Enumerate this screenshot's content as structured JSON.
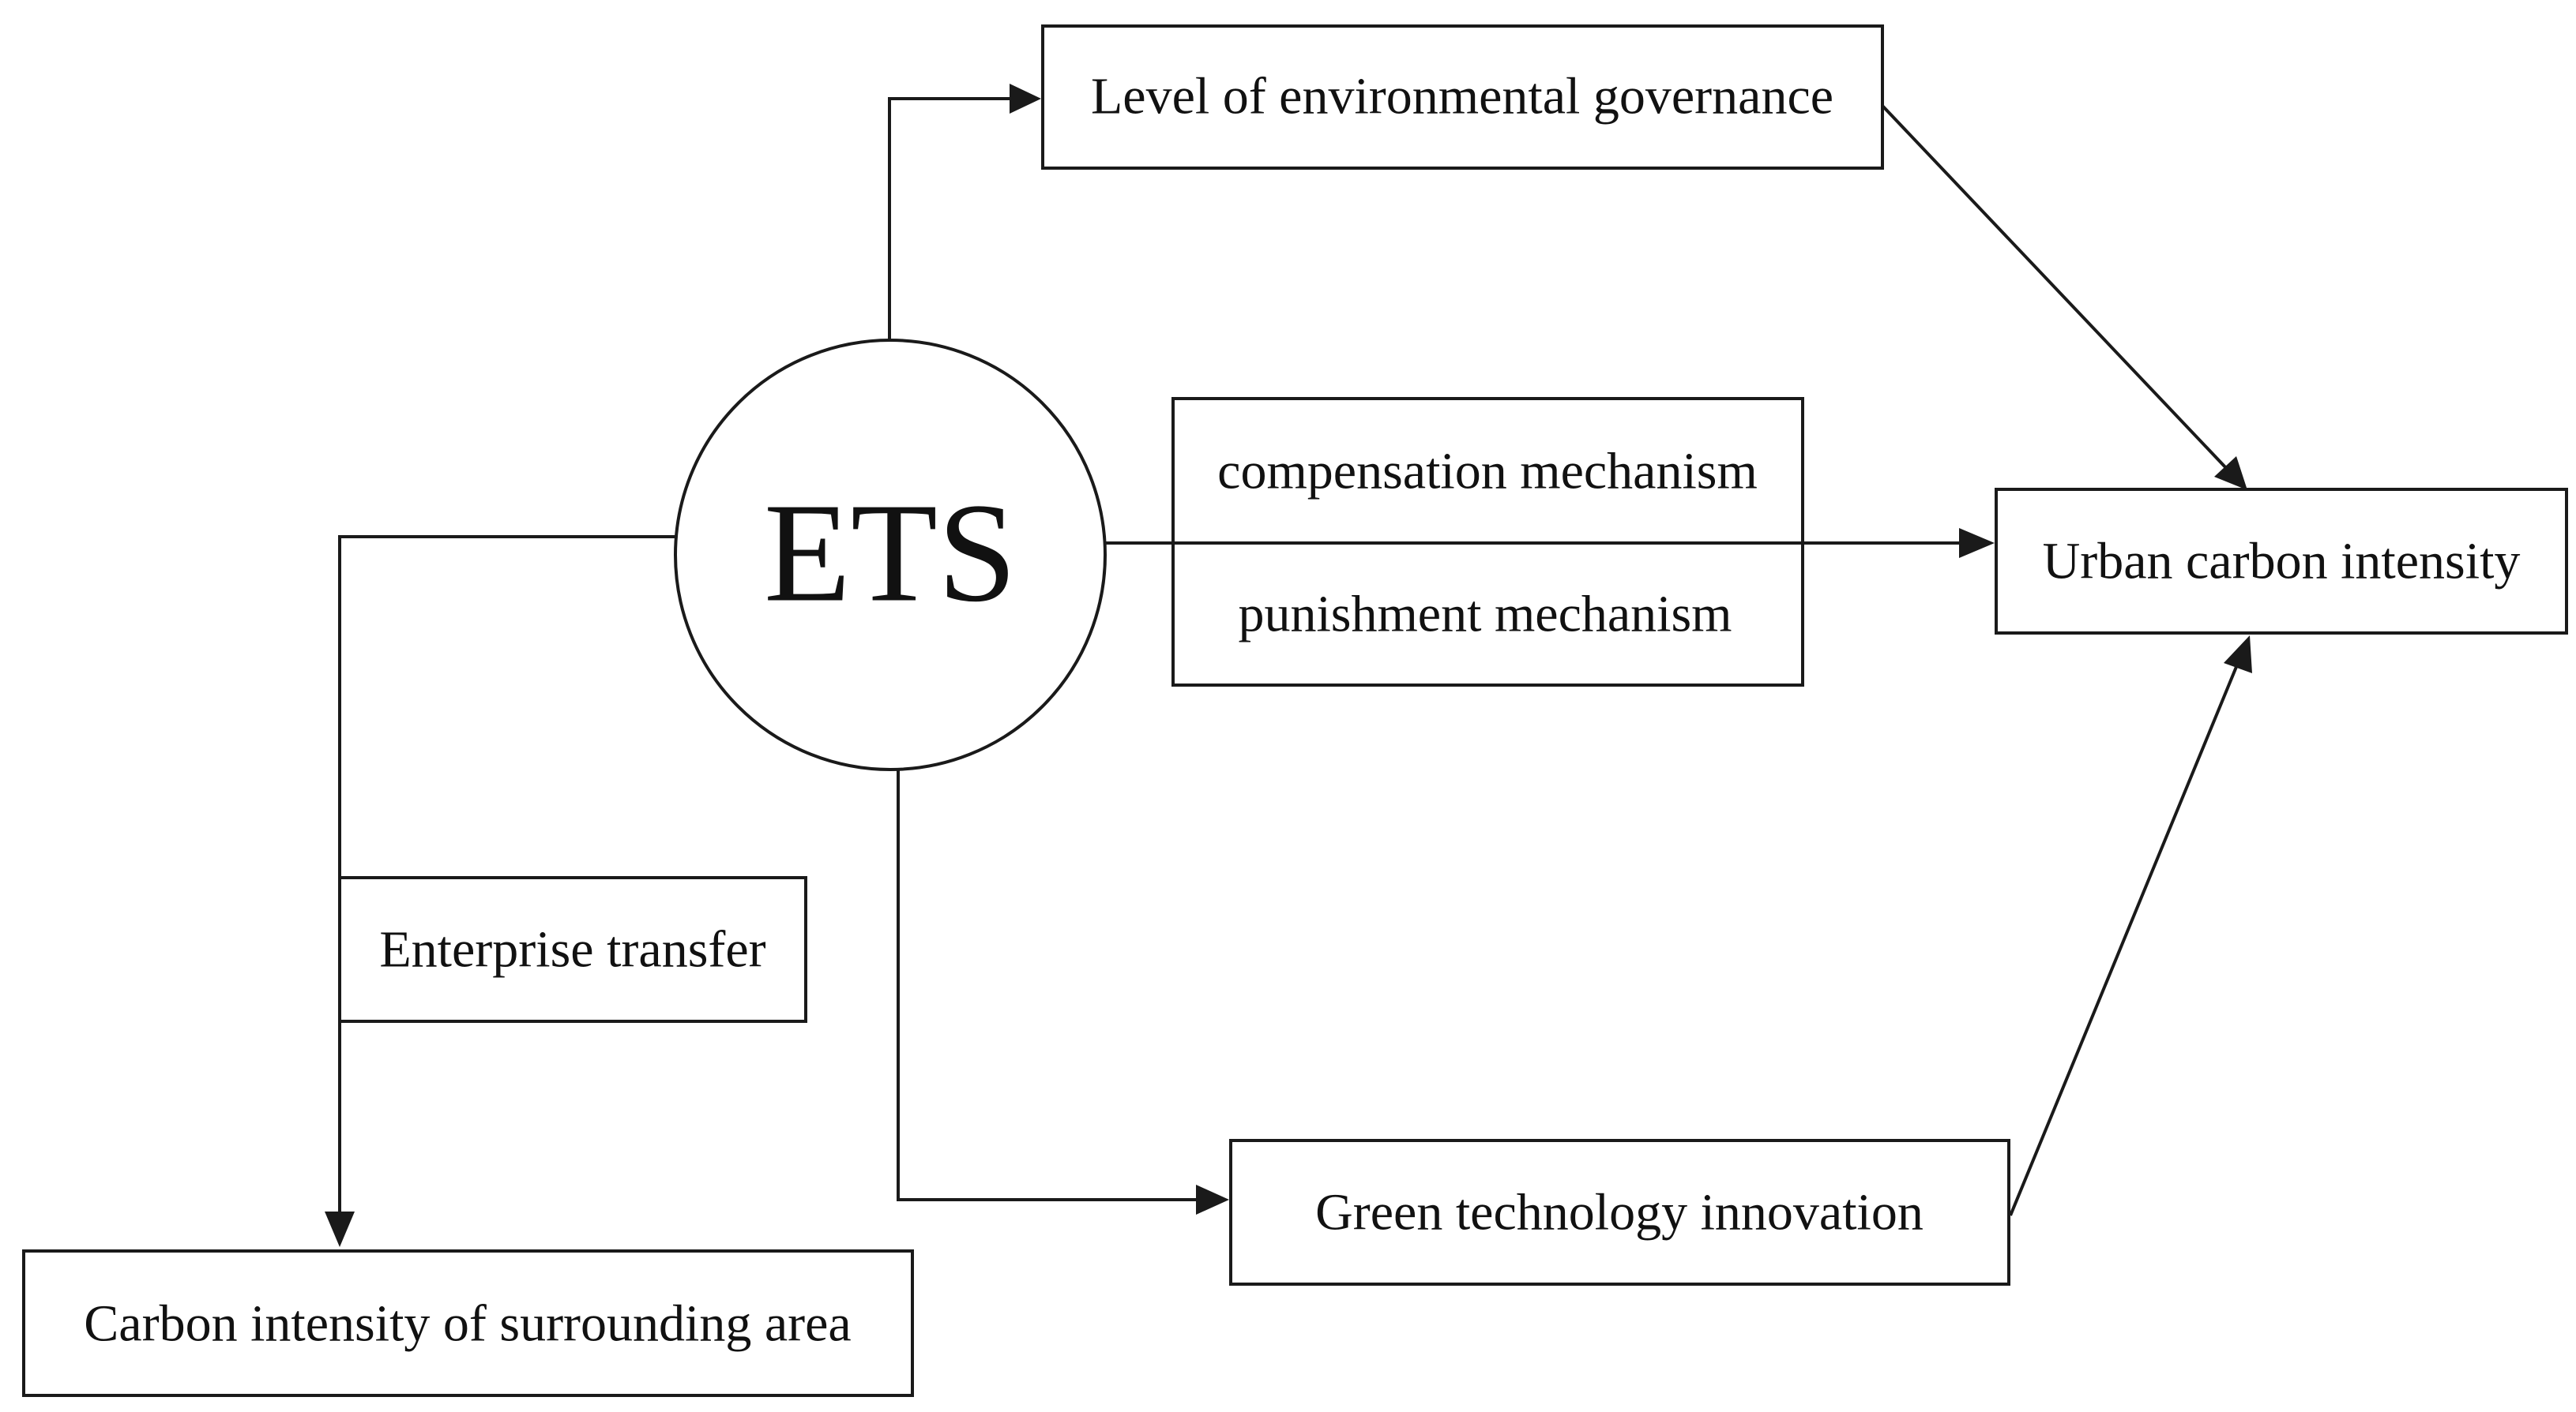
{
  "diagram": {
    "center_node": {
      "label": "ETS"
    },
    "nodes": {
      "governance": {
        "label": "Level of environmental governance"
      },
      "compensation": {
        "label": "compensation mechanism"
      },
      "punishment": {
        "label": "punishment mechanism"
      },
      "urban": {
        "label": "Urban carbon intensity"
      },
      "enterprise": {
        "label": "Enterprise transfer"
      },
      "green": {
        "label": "Green technology innovation"
      },
      "surrounding": {
        "label": "Carbon intensity of surrounding area"
      }
    },
    "edges": [
      {
        "from": "ETS",
        "to": "Level of environmental governance"
      },
      {
        "from": "Level of environmental governance",
        "to": "Urban carbon intensity"
      },
      {
        "from": "ETS",
        "to": "Urban carbon intensity",
        "via": "compensation mechanism / punishment mechanism"
      },
      {
        "from": "ETS",
        "to": "Green technology innovation"
      },
      {
        "from": "Green technology innovation",
        "to": "Urban carbon intensity"
      },
      {
        "from": "ETS",
        "to": "Carbon intensity of surrounding area",
        "via": "Enterprise transfer"
      }
    ],
    "colors": {
      "stroke": "#1a1a1a",
      "background": "#ffffff",
      "text": "#111111"
    }
  }
}
